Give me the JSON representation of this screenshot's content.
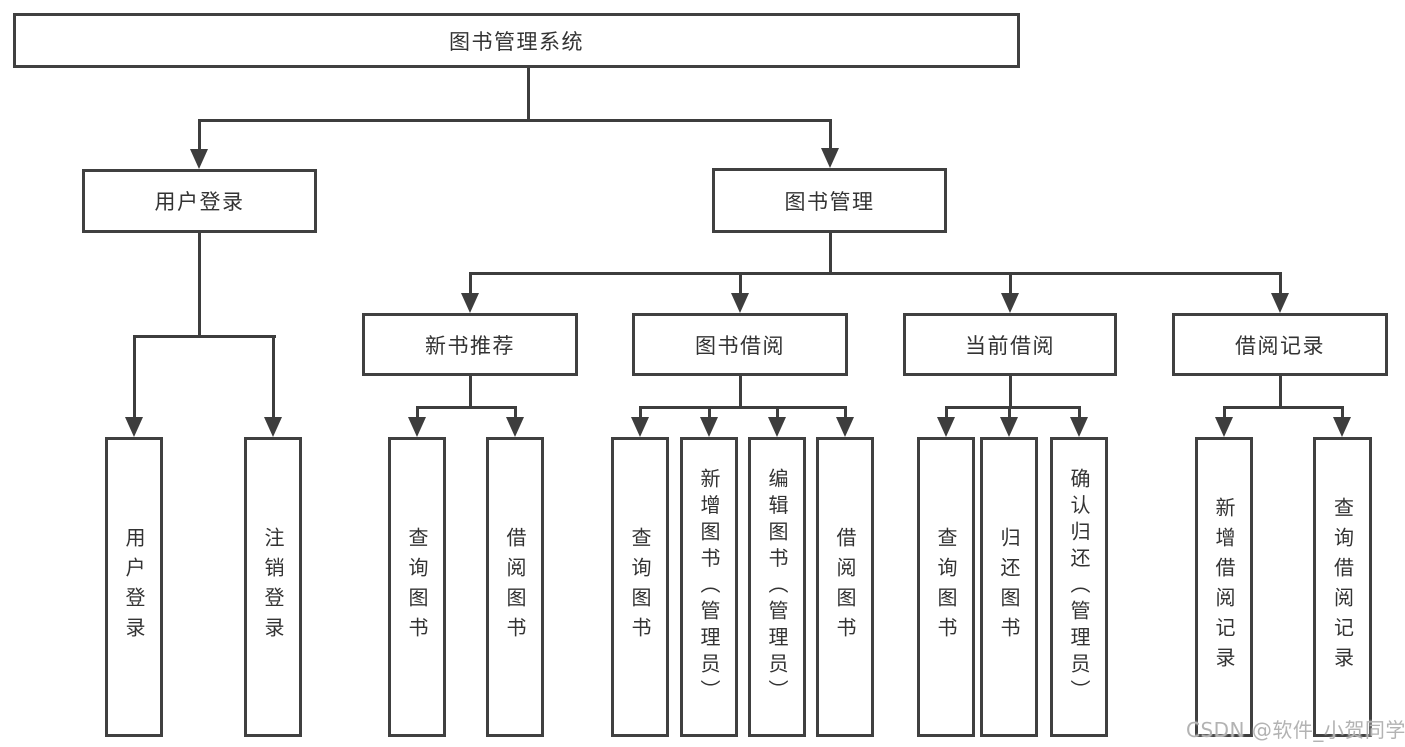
{
  "nodes": {
    "root": "图书管理系统",
    "user_login": "用户登录",
    "book_management": "图书管理",
    "new_book_recommend": "新书推荐",
    "book_borrowing": "图书借阅",
    "current_borrowing": "当前借阅",
    "borrowing_records": "借阅记录",
    "leaf_user_login": "用户登录",
    "leaf_logout": "注销登录",
    "leaf_recommend_query_book": "查询图书",
    "leaf_recommend_borrow_book": "借阅图书",
    "leaf_borrowing_query_book": "查询图书",
    "leaf_borrowing_add_book": "新增图书（管理员）",
    "leaf_borrowing_edit_book": "编辑图书（管理员）",
    "leaf_borrowing_borrow_book": "借阅图书",
    "leaf_current_query_book": "查询图书",
    "leaf_current_return_book": "归还图书",
    "leaf_current_confirm_return": "确认归还（管理员）",
    "leaf_records_add_record": "新增借阅记录",
    "leaf_records_query_record": "查询借阅记录"
  },
  "watermark": "CSDN @软件_小贺同学",
  "colors": {
    "line": "#3d3d3d",
    "border": "#404040",
    "text": "#333333",
    "watermark": "#b3b3b3",
    "background": "#ffffff"
  }
}
